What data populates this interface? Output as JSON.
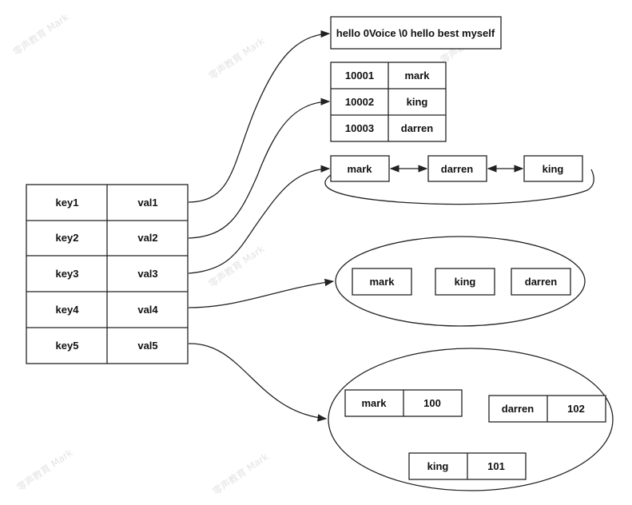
{
  "watermark": "零声教育 Mark",
  "hash_table": {
    "rows": [
      {
        "key": "key1",
        "val": "val1"
      },
      {
        "key": "key2",
        "val": "val2"
      },
      {
        "key": "key3",
        "val": "val3"
      },
      {
        "key": "key4",
        "val": "val4"
      },
      {
        "key": "key5",
        "val": "val5"
      }
    ]
  },
  "string_value": "hello 0Voice \\0 hello  best myself",
  "hash_value": {
    "rows": [
      {
        "field": "10001",
        "value": "mark"
      },
      {
        "field": "10002",
        "value": "king"
      },
      {
        "field": "10003",
        "value": "darren"
      }
    ]
  },
  "list_value": [
    "mark",
    "darren",
    "king"
  ],
  "set_value": [
    "mark",
    "king",
    "darren"
  ],
  "zset_value": [
    {
      "member": "mark",
      "score": "100"
    },
    {
      "member": "darren",
      "score": "102"
    },
    {
      "member": "king",
      "score": "101"
    }
  ],
  "colors": {
    "stroke": "#222222",
    "fill": "#ffffff",
    "watermark": "#e3e3e3"
  }
}
